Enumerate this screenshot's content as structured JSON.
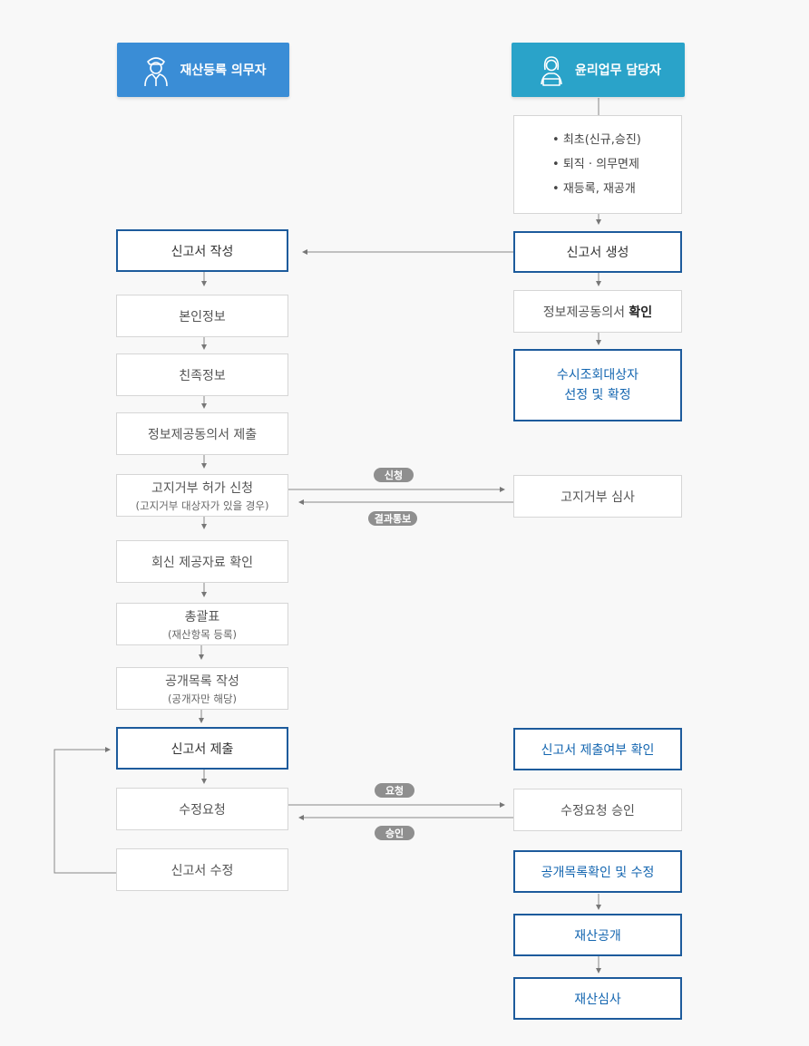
{
  "colors": {
    "left_header_bg": "#3a8dd6",
    "right_header_bg": "#2aa3c9",
    "highlight_border": "#1d5b9c",
    "highlight_text": "#1466b0",
    "pill_bg": "#8f8f8f"
  },
  "headers": {
    "left": {
      "label": "재산등록 의무자",
      "icon": "officer-icon"
    },
    "right": {
      "label": "윤리업무 담당자",
      "icon": "staff-icon"
    }
  },
  "right_top_bullets": [
    "최초(신규,승진)",
    "퇴직 · 의무면제",
    "재등록, 재공개"
  ],
  "left_flow": {
    "report_write": "신고서 작성",
    "personal_info": "본인정보",
    "relative_info": "친족정보",
    "consent_submit": "정보제공동의서 제출",
    "refusal_request": "고지거부 허가 신청",
    "refusal_request_sub": "(고지거부 대상자가 있을 경우)",
    "reply_check": "회신 제공자료 확인",
    "summary": "총괄표",
    "summary_sub": "(재산항목 등록)",
    "public_list": "공개목록 작성",
    "public_list_sub": "(공개자만 해당)",
    "report_submit": "신고서 제출",
    "revision_request": "수정요청",
    "report_revise": "신고서 수정"
  },
  "right_flow": {
    "report_create": "신고서 생성",
    "consent_check_prefix": "정보제공동의서 ",
    "consent_check_bold": "확인",
    "target_select_line1": "수시조회대상자",
    "target_select_line2": "선정 및 확정",
    "refusal_review": "고지거부 심사",
    "submit_check": "신고서 제출여부 확인",
    "revision_approve": "수정요청 승인",
    "public_list_check": "공개목록확인 및 수정",
    "asset_disclosure": "재산공개",
    "asset_review": "재산심사"
  },
  "pills": {
    "apply": "신청",
    "result_notice": "결과통보",
    "request": "요청",
    "approve": "승인"
  }
}
